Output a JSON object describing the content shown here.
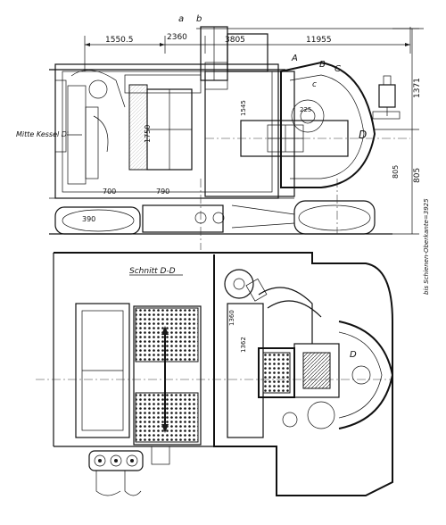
{
  "dimensions": {
    "d1": "1550.5",
    "d2": "2360",
    "d3": "3805",
    "d4": "11955",
    "v1": "1371",
    "v2": "805",
    "w1": "700",
    "w2": "390",
    "w3": "790",
    "w4": "1750",
    "w5": "225",
    "w6": "1545",
    "w7": "805",
    "w8": "1360",
    "w9": "1362"
  },
  "labels": {
    "mitte_kessel": "Mitte Kessel D'",
    "schnitt": "Schnitt D-D",
    "schienen": "bis Schienen-Oberkante=3925",
    "mark_a": "a",
    "mark_b": "b",
    "mark_A": "A",
    "mark_B": "B",
    "mark_C": "C",
    "mark_D": "D",
    "mark_c": "c"
  }
}
